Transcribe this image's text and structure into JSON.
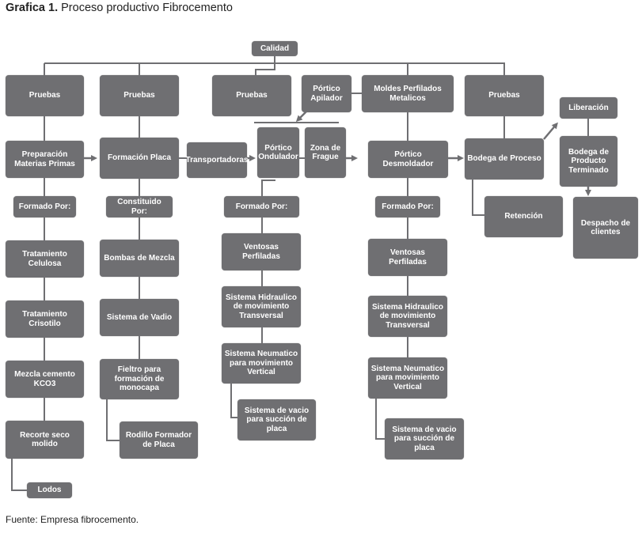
{
  "title": {
    "prefix": "Grafica 1.",
    "text": "Proceso productivo Fibrocemento"
  },
  "source": "Fuente: Empresa fibrocemento.",
  "colors": {
    "box": "#6f6f72",
    "line": "#6f6f72",
    "text": "#ffffff"
  },
  "nodes": {
    "calidad": "Calidad",
    "pruebas_1": "Pruebas",
    "pruebas_2": "Pruebas",
    "pruebas_3": "Pruebas",
    "portico_apilador": "Pórtico Apilador",
    "moldes": "Moldes Perfilados Metalicos",
    "pruebas_4": "Pruebas",
    "liberacion": "Liberación",
    "preparacion": "Preparación Materias Primas",
    "formacion_placa": "Formación Placa",
    "transportadoras": "Transportadoras",
    "portico_ondulador": "Pórtico Ondulador",
    "zona_fragüe": "Zona de Frague",
    "portico_desmoldador": "Pórtico Desmoldador",
    "bodega_proceso": "Bodega de Proceso",
    "bodega_terminado": "Bodega de Producto Terminado",
    "retencion": "Retención",
    "despacho": "Despacho de clientes",
    "formado_por_1": "Formado Por:",
    "constituido_por": "Constituido Por:",
    "formado_por_2": "Formado Por:",
    "formado_por_3": "Formado Por:",
    "celulosa": "Tratamiento Celulosa",
    "crisotilo": "Tratamiento Crisotilo",
    "mezcla_kco3": "Mezcla cemento KCO3",
    "recorte": "Recorte seco molido",
    "lodos": "Lodos",
    "bombas": "Bombas de Mezcla",
    "vadio": "Sistema de Vadio",
    "fieltro": "Fieltro para formación de monocapa",
    "rodillo": "Rodillo Formador de Placa",
    "ventosas_1": "Ventosas Perfiladas",
    "hidraulico_1": "Sistema Hidraulico de movimiento Transversal",
    "neumatico_1": "Sistema Neumatico para movimiento Vertical",
    "vacio_1": "Sistema de vacio para succión de placa",
    "ventosas_2": "Ventosas Perfiladas",
    "hidraulico_2": "Sistema Hidraulico de movimiento Transversal",
    "neumatico_2": "Sistema Neumatico para movimiento Vertical",
    "vacio_2": "Sistema de vacio para succión de placa"
  }
}
